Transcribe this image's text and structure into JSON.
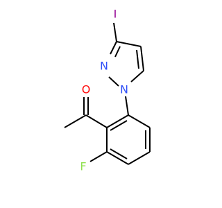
{
  "molecule": {
    "atoms": {
      "iodine": {
        "label": "I",
        "color": "#940094"
      },
      "nitrogen_n2": {
        "label": "N",
        "color": "#3050F8"
      },
      "nitrogen_n1": {
        "label": "N",
        "color": "#3050F8"
      },
      "oxygen": {
        "label": "O",
        "color": "#FF0D0D"
      },
      "fluorine": {
        "label": "F",
        "color": "#90E050"
      }
    },
    "bond_color": "#000000"
  }
}
